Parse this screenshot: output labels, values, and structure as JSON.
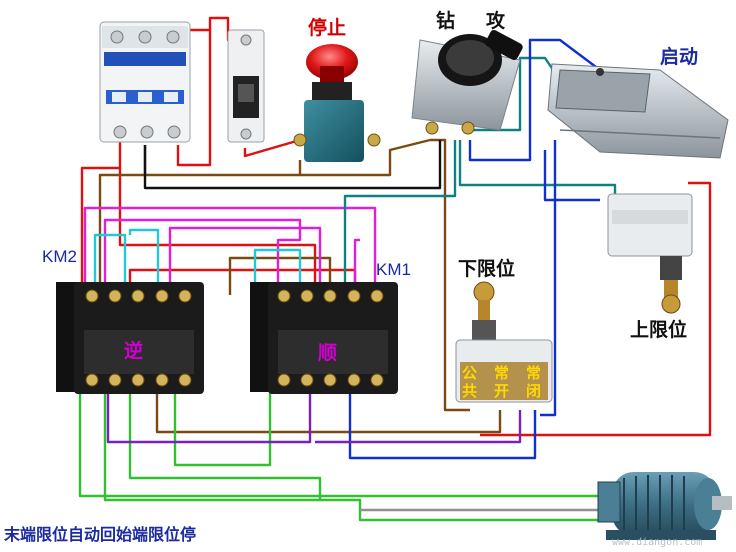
{
  "labels": {
    "stop": "停止",
    "drill_1": "钻",
    "drill_2": "攻",
    "start": "启动",
    "km2": "KM2",
    "km1": "KM1",
    "reverse": "逆",
    "forward": "顺",
    "lower_limit": "下限位",
    "upper_limit": "上限位",
    "term_common_1": "公",
    "term_common_2": "共",
    "term_no_1": "常",
    "term_no_2": "开",
    "term_nc_1": "常",
    "term_nc_2": "闭",
    "footer": "末端限位自动回始端限位停",
    "watermark": "www.diangon.com"
  },
  "wire_colors": {
    "red": "#e01010",
    "brown": "#7a4a12",
    "black": "#111111",
    "magenta": "#e020d8",
    "cyan": "#20c8d8",
    "blue": "#1030d0",
    "green": "#30c030",
    "purple": "#7a20c0",
    "teal": "#108080"
  }
}
